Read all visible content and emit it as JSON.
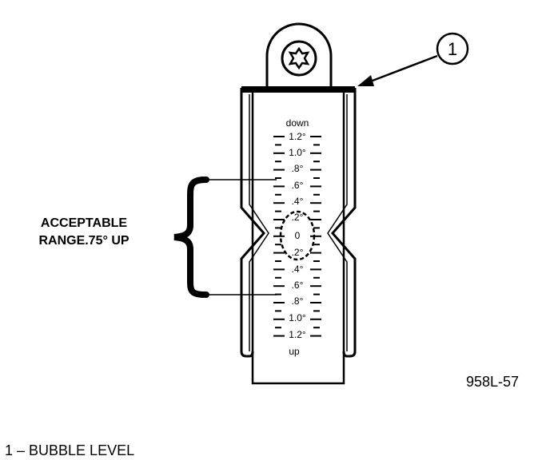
{
  "callout": {
    "number": "1"
  },
  "scale": {
    "top_label": "down",
    "bottom_label": "up",
    "center_label": "0",
    "upper_marks": [
      "1.2°",
      "1.0°",
      ".8°",
      ".6°",
      ".4°",
      ".2°"
    ],
    "lower_marks": [
      ".2°",
      ".4°",
      ".6°",
      ".8°",
      "1.0°",
      "1.2°"
    ]
  },
  "range_label": {
    "line1": "ACCEPTABLE",
    "line2": "RANGE.75° UP"
  },
  "figure_id": "958L-57",
  "legend": {
    "text": "1 – BUBBLE LEVEL"
  }
}
